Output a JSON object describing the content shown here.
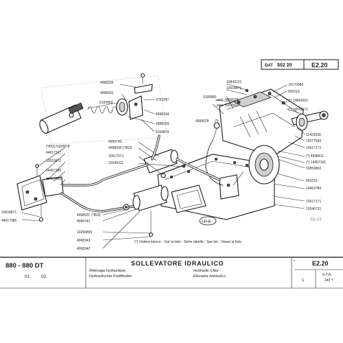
{
  "header": {
    "dat_label": "DAT",
    "dat_number": "502 20",
    "sheet_code": "E2.20"
  },
  "callouts": {
    "inset": [
      "4998336",
      "4998331",
      "5100863",
      "5702247",
      "4998334",
      "4998329",
      "5104874"
    ],
    "top_right": [
      "10843121",
      "10518671",
      "4998328",
      "5102802",
      "10170086",
      "503219",
      "(*) 10843021",
      "(*) 10518671"
    ],
    "top_mid_left": [
      "5100850"
    ],
    "left_lower": [
      "4999025",
      "(*)"
    ],
    "right_column": [
      "11422030",
      "15077530",
      "10517171",
      "(*) 4998411",
      "(*) 14457181",
      "10853862",
      "563219",
      "14463780",
      "10517171",
      "15540721"
    ],
    "center": [
      "4999743",
      "4998330 (*853)",
      "10517071",
      "15540311"
    ],
    "left_bracket": [
      "(*853) 5100878",
      "44017317",
      "10516671",
      "14457180",
      "14457680"
    ],
    "left_bottom": [
      "10518671",
      "44017386"
    ],
    "bottom_mid": [
      "4998337 (*853)",
      "4999741",
      "10290890",
      "4998343",
      "4998342"
    ],
    "dates_a": [
      "1995",
      "1995"
    ]
  },
  "stamp": "64546",
  "faded_number": "83.01",
  "note": "(*) Vedere elenco - Voir la liste - Siehe tabelle - See list - Véase la lista",
  "footer": {
    "model": "880 - 880 DT",
    "codes": [
      "01",
      "02"
    ],
    "title_it": "SOLLEVATORE IDRAULICO",
    "sub_fr": "Relevage hydraulique",
    "sub_de": "Hydraulischer Krafttheber",
    "sub_en": "Hydraulic Lifter",
    "sub_es": "Elevador hidráulico",
    "mark": "*",
    "sheet_code": "E2.20",
    "qty": "1",
    "ntr": "N.T.R.",
    "ntr_value": "240 T"
  }
}
